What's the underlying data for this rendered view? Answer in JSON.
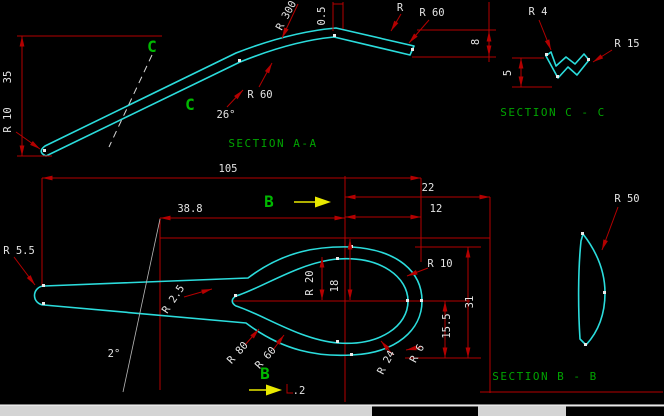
{
  "colors": {
    "background": "#000000",
    "part_outline": "#2bdcdc",
    "dimension_lines": "#b40000",
    "dimension_text": "#e4e4e4",
    "section_green": "#00a400",
    "cut_arrow_yellow": "#e9e900"
  },
  "section_aa": {
    "title": "SECTION A-A",
    "cut_top": "C",
    "cut_bottom": "C",
    "dims": {
      "r300": "R 300",
      "d05": "0.5",
      "r_top": "R",
      "r60_top": "R 60",
      "d8": "8",
      "d35": "35",
      "r10": "R 10",
      "a26": "26°",
      "r60_mid": "R 60"
    }
  },
  "section_cc": {
    "title": "SECTION C - C",
    "dims": {
      "r4": "R 4",
      "r15": "R 15",
      "d5": "5"
    }
  },
  "plan": {
    "cut_top": "B",
    "cut_bottom": "B",
    "dims": {
      "d105": "105",
      "d22": "22",
      "d12": "12",
      "d388": "38.8",
      "r55": "R 5.5",
      "r25": "R 2.5",
      "r20": "R 20",
      "d18": "18",
      "r10": "R 10",
      "d155": "15.5",
      "d31": "31",
      "r80": "R 80",
      "r60": "R 60",
      "r24": "R 24",
      "r6": "R 6",
      "a2": "2°",
      "note": ".2"
    }
  },
  "section_bb": {
    "title": "SECTION B - B",
    "dims": {
      "r50": "R 50"
    }
  }
}
